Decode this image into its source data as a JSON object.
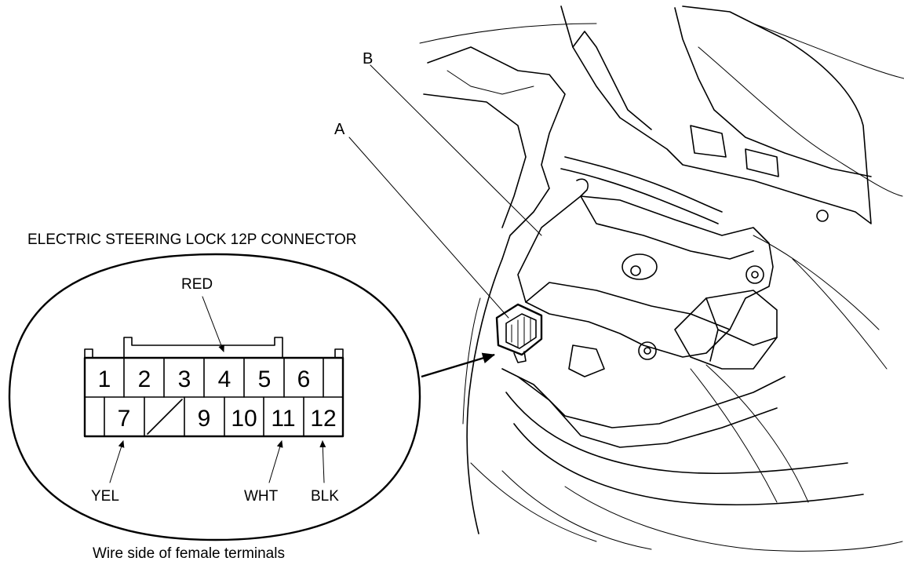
{
  "labels": {
    "connector_title": "ELECTRIC STEERING LOCK 12P CONNECTOR",
    "callout_a": "A",
    "callout_b": "B",
    "footnote": "Wire side of female terminals"
  },
  "connector": {
    "top_row": [
      "1",
      "2",
      "3",
      "4",
      "5",
      "6"
    ],
    "bottom_row": [
      "7",
      "9",
      "10",
      "11",
      "12"
    ]
  },
  "wires": {
    "red": "RED",
    "yel": "YEL",
    "wht": "WHT",
    "blk": "BLK"
  }
}
